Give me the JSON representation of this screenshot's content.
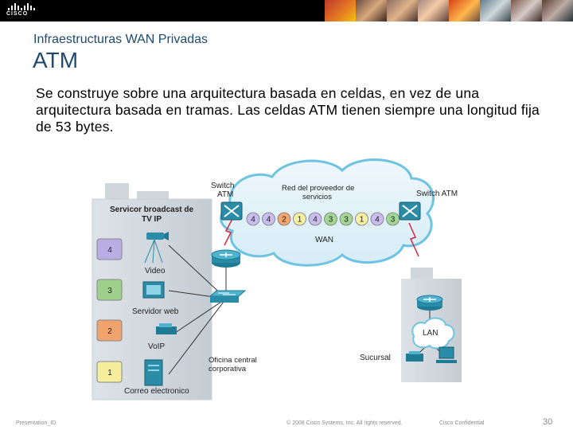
{
  "header": {
    "logo_text": "CISCO"
  },
  "slide": {
    "subtitle": "Infraestructuras WAN Privadas",
    "title": "ATM",
    "body": "Se construye sobre una arquitectura basada en celdas, en vez de una arquitectura basada en tramas.  Las celdas ATM tienen siempre una longitud fija de 53 bytes."
  },
  "diagram": {
    "broadcast_title_1": "Servicor broadcast de",
    "broadcast_title_2": "TV IP",
    "switch_atm_left_1": "Switch",
    "switch_atm_left_2": "ATM",
    "switch_atm_right": "Switch ATM",
    "cloud_label_1": "Red del proveedor de",
    "cloud_label_2": "servicios",
    "wan_label": "WAN",
    "lan_label": "LAN",
    "branch_label": "Sucursal",
    "office_label_1": "Oficina central",
    "office_label_2": "corporativa",
    "services": [
      {
        "number": "4",
        "label": "Video",
        "color": "#b9aee3"
      },
      {
        "number": "3",
        "label": "Servidor web",
        "color": "#9ed08c"
      },
      {
        "number": "2",
        "label": "VoIP",
        "color": "#f0a36c"
      },
      {
        "number": "1",
        "label": "Correo electronico",
        "color": "#f6ee9c"
      }
    ],
    "cells": [
      {
        "n": "4",
        "color": "#c9bdf0"
      },
      {
        "n": "4",
        "color": "#c9bdf0"
      },
      {
        "n": "2",
        "color": "#f3a46f"
      },
      {
        "n": "1",
        "color": "#f7f0a2"
      },
      {
        "n": "4",
        "color": "#c9bdf0"
      },
      {
        "n": "3",
        "color": "#a3d693"
      },
      {
        "n": "3",
        "color": "#a3d693"
      },
      {
        "n": "1",
        "color": "#f7f0a2"
      },
      {
        "n": "4",
        "color": "#c9bdf0"
      },
      {
        "n": "3",
        "color": "#a3d693"
      }
    ]
  },
  "footer": {
    "presentation_id": "Presentation_ID",
    "copyright": "© 2008 Cisco Systems, Inc. All rights reserved.",
    "confidential": "Cisco Confidential",
    "page_number": "30"
  }
}
